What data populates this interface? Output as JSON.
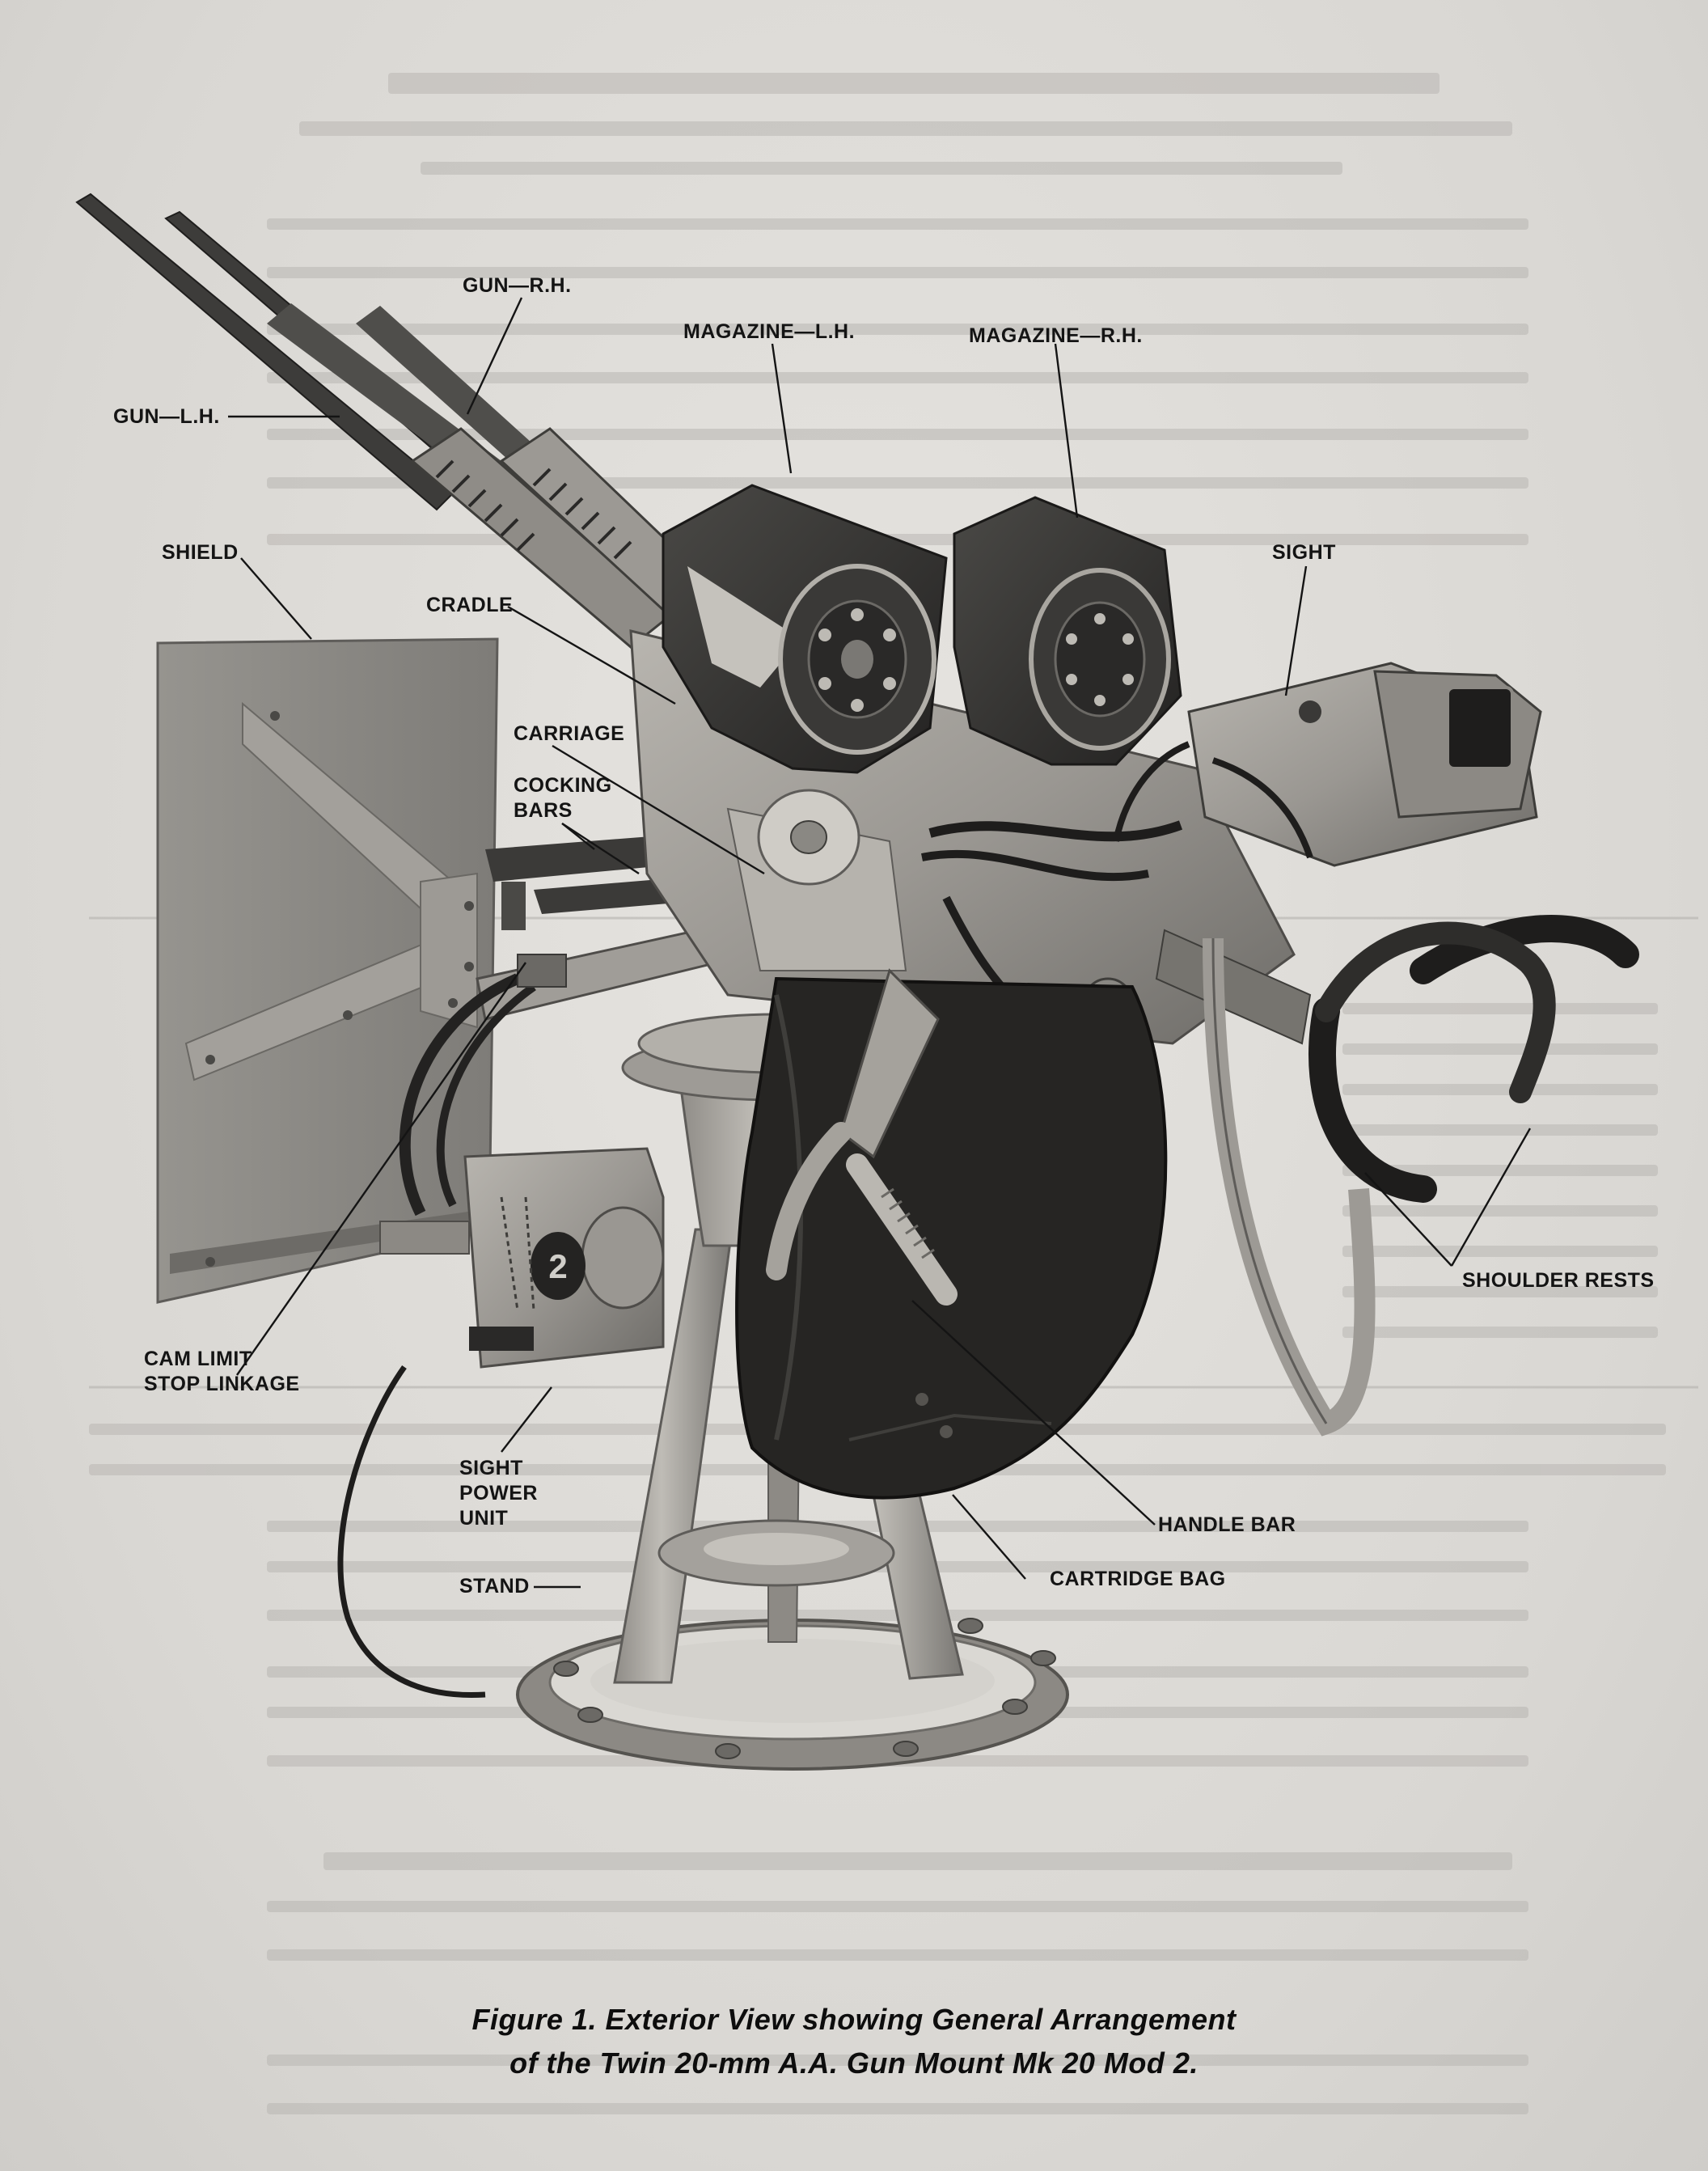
{
  "figure": {
    "caption_line1": "Figure 1.  Exterior View showing General Arrangement",
    "caption_line2": "of the Twin 20-mm A.A. Gun Mount Mk 20 Mod 2."
  },
  "callouts": {
    "gun_rh": "GUN—R.H.",
    "gun_lh": "GUN—L.H.",
    "magazine_lh": "MAGAZINE—L.H.",
    "magazine_rh": "MAGAZINE—R.H.",
    "shield": "SHIELD",
    "cradle": "CRADLE",
    "sight": "SIGHT",
    "carriage": "CARRIAGE",
    "cocking_bars": "COCKING\nBARS",
    "cam_limit": "CAM LIMIT\nSTOP LINKAGE",
    "sight_power_unit": "SIGHT\nPOWER\nUNIT",
    "stand": "STAND",
    "handle_bar": "HANDLE BAR",
    "cartridge_bag": "CARTRIDGE BAG",
    "shoulder_rests": "SHOULDER RESTS"
  },
  "colors": {
    "ink": "#141414",
    "paper": "#dcdad6",
    "metal_light": "#a9a6a0",
    "metal_mid": "#8c8984",
    "metal_dark": "#5c5a57",
    "shield": "#8a8884",
    "bag": "#262523"
  }
}
